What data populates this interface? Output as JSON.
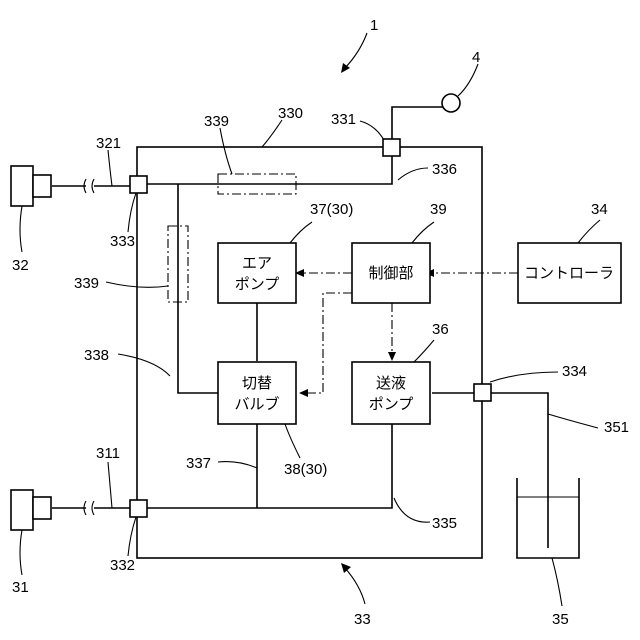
{
  "labels": {
    "system": "1",
    "device_left_top": "32",
    "device_left_bottom": "31",
    "tube_top": "321",
    "tube_bottom": "311",
    "body_outline": "330",
    "body_bottom": "33",
    "port_top_right": "331",
    "port_left_top": "333",
    "port_left_bottom": "332",
    "port_right": "334",
    "line_top": "336",
    "line_bottom": "335",
    "line_left": "338",
    "line_vertical": "337",
    "dashed_top": "339",
    "dashed_left": "339",
    "gauge": "4",
    "controller_num": "34",
    "air_pump_num": "37(30)",
    "control_unit_num": "39",
    "feed_pump_num": "36",
    "switch_valve_num": "38(30)",
    "container_num": "35",
    "drain_tube": "351"
  },
  "boxes": {
    "air_pump": [
      "エア",
      "ポンプ"
    ],
    "control_unit": "制御部",
    "controller": "コントローラ",
    "switch_valve": [
      "切替",
      "バルブ"
    ],
    "feed_pump": [
      "送液",
      "ポンプ"
    ]
  }
}
